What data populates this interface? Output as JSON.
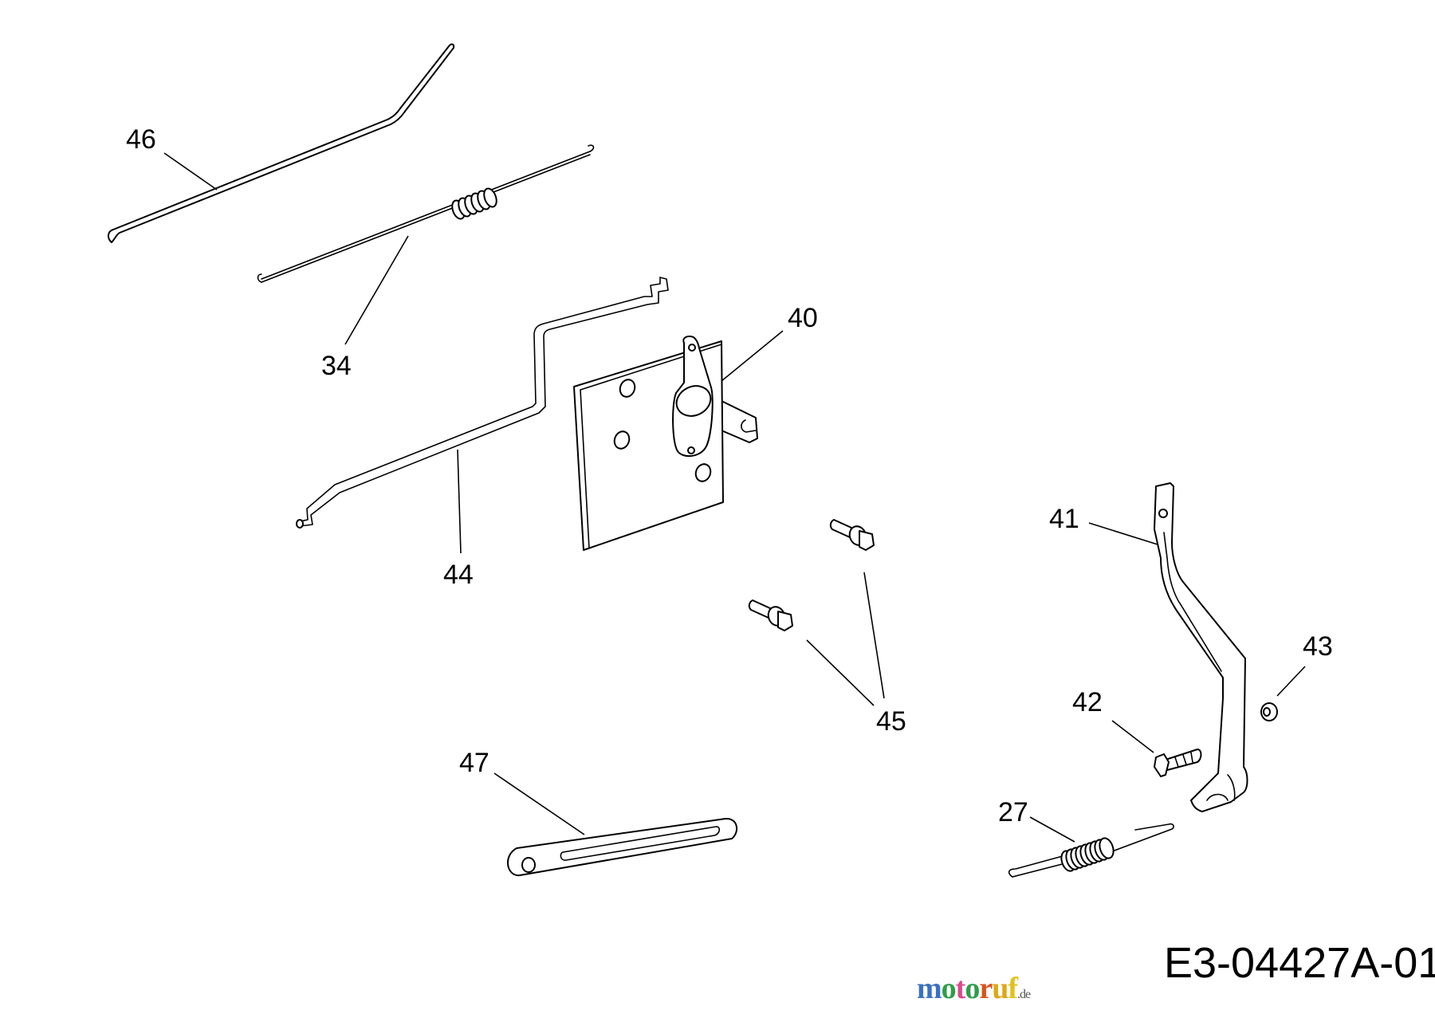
{
  "diagram": {
    "type": "exploded parts diagram",
    "drawing_id": "E3-04427A-01",
    "callouts": [
      {
        "number": "46",
        "part": "rod-46"
      },
      {
        "number": "34",
        "part": "spring-rod-34"
      },
      {
        "number": "44",
        "part": "link-rod-44"
      },
      {
        "number": "40",
        "part": "control-plate-40"
      },
      {
        "number": "45",
        "part": "screws-45"
      },
      {
        "number": "41",
        "part": "lever-41"
      },
      {
        "number": "43",
        "part": "nut-43"
      },
      {
        "number": "42",
        "part": "bolt-42"
      },
      {
        "number": "47",
        "part": "slotted-arm-47"
      },
      {
        "number": "27",
        "part": "spring-27"
      }
    ]
  },
  "watermark": {
    "letters": [
      "m",
      "o",
      "t",
      "o",
      "r",
      "u",
      "f"
    ],
    "colors": [
      "#3a6fc4",
      "#2e9e4a",
      "#d94a8c",
      "#2e9e4a",
      "#d8531c",
      "#e0a614",
      "#e0c21c"
    ],
    "suffix": ".de"
  }
}
